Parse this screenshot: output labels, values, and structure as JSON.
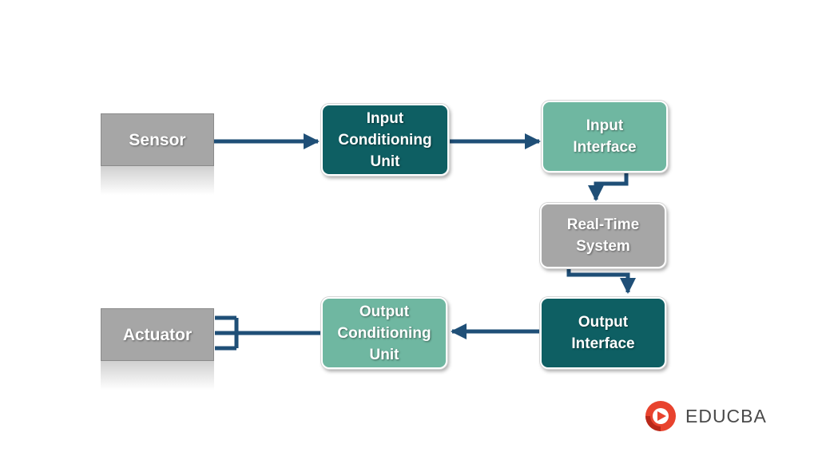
{
  "colors": {
    "dark_teal": "#0e5f63",
    "light_teal": "#6fb7a1",
    "gray": "#a6a6a6",
    "arrow": "#1f4f77"
  },
  "nodes": {
    "sensor": "Sensor",
    "input_conditioning_unit": "Input\nConditioning\nUnit",
    "input_interface": "Input\nInterface",
    "real_time_system": "Real-Time\nSystem",
    "output_interface": "Output\nInterface",
    "output_conditioning_unit": "Output\nConditioning\nUnit",
    "actuator": "Actuator"
  },
  "logo": {
    "text": "EDUCBA",
    "icon": "educba-logo-icon"
  }
}
